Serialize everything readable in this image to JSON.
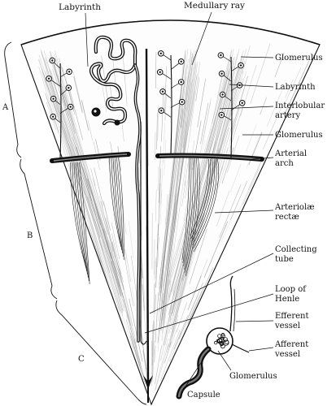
{
  "labels": {
    "labyrinth_top": "Labyrinth",
    "medullary_ray": "Medullary ray",
    "glomerulus_1": "Glomerulus",
    "labyrinth_right": "Labyrinth",
    "interlobular_artery_1": "Interlobular",
    "interlobular_artery_2": "artery",
    "glomerulus_2": "Glomerulus",
    "arterial_arch_1": "Arterial",
    "arterial_arch_2": "arch",
    "arteriolae_rectae_1": "Arteriolæ",
    "arteriolae_rectae_2": "rectæ",
    "collecting_tube_1": "Collecting",
    "collecting_tube_2": "tube",
    "loop_henle_1": "Loop of",
    "loop_henle_2": "Henle",
    "efferent_vessel_1": "Efferent",
    "efferent_vessel_2": "vessel",
    "afferent_vessel_1": "Afferent",
    "afferent_vessel_2": "vessel",
    "glomerulus_3": "Glomerulus",
    "capsule": "Capsule"
  },
  "sections": {
    "a": "A",
    "b": "B",
    "c": "C"
  },
  "colors": {
    "ink": "#111111",
    "shade": "#9a9a9a",
    "paper": "#ffffff"
  }
}
